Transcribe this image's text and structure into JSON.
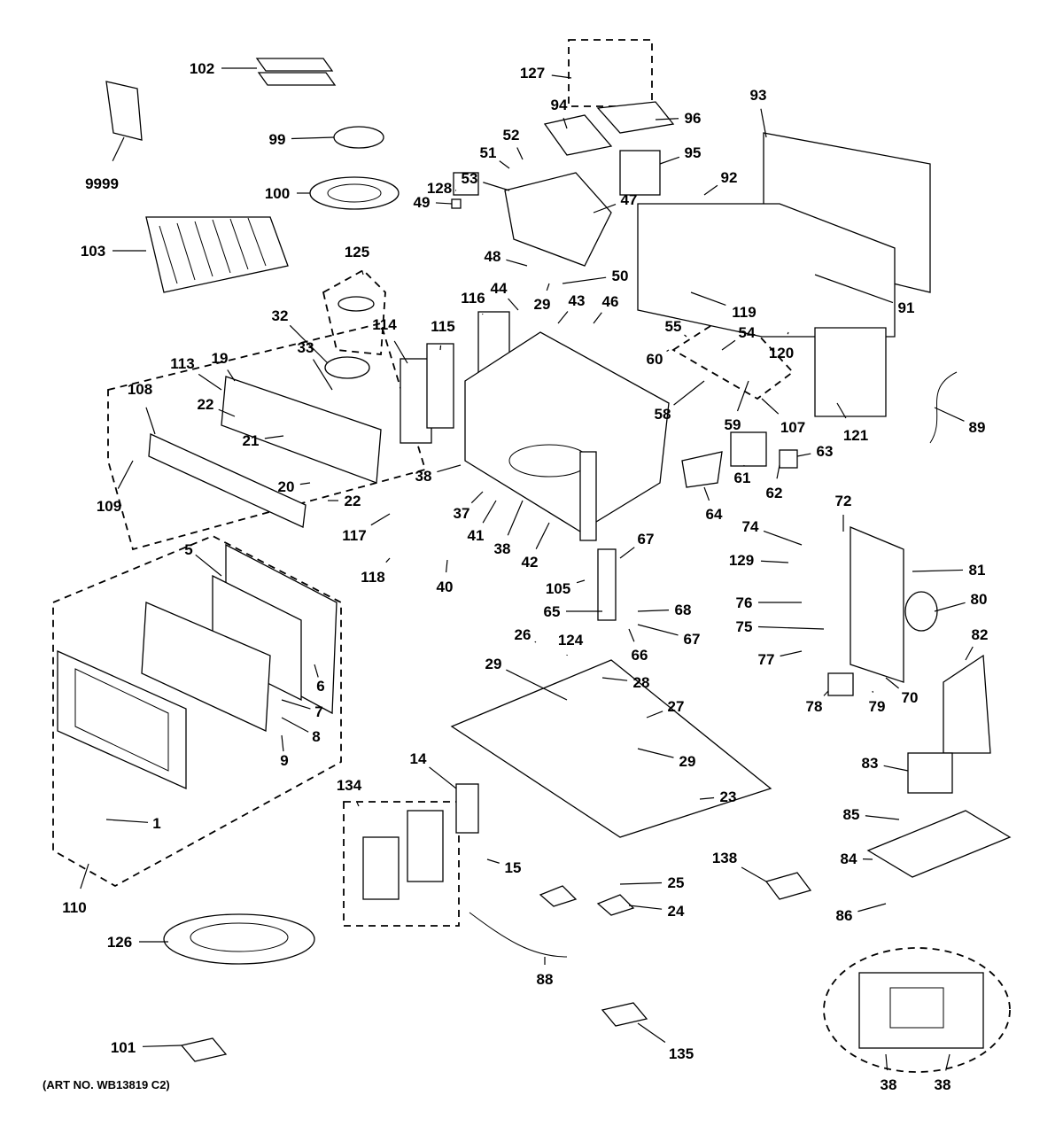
{
  "diagram": {
    "art_number": "(ART NO. WB13819 C2)",
    "callouts": [
      "102",
      "99",
      "9999",
      "100",
      "103",
      "125",
      "32",
      "33",
      "114",
      "115",
      "116",
      "113",
      "19",
      "108",
      "22",
      "21",
      "20",
      "22",
      "109",
      "127",
      "94",
      "52",
      "51",
      "96",
      "95",
      "53",
      "128",
      "49",
      "47",
      "93",
      "92",
      "48",
      "50",
      "44",
      "29",
      "43",
      "46",
      "119",
      "91",
      "120",
      "55",
      "54",
      "60",
      "58",
      "59",
      "107",
      "121",
      "89",
      "38",
      "37",
      "41",
      "38",
      "42",
      "117",
      "118",
      "40",
      "63",
      "61",
      "62",
      "64",
      "72",
      "74",
      "129",
      "81",
      "67",
      "105",
      "65",
      "68",
      "67",
      "66",
      "76",
      "75",
      "80",
      "82",
      "77",
      "78",
      "79",
      "70",
      "5",
      "6",
      "7",
      "8",
      "9",
      "1",
      "110",
      "26",
      "124",
      "29",
      "28",
      "27",
      "29",
      "23",
      "14",
      "134",
      "15",
      "25",
      "24",
      "88",
      "83",
      "85",
      "84",
      "86",
      "138",
      "126",
      "101",
      "135",
      "38",
      "38"
    ]
  }
}
